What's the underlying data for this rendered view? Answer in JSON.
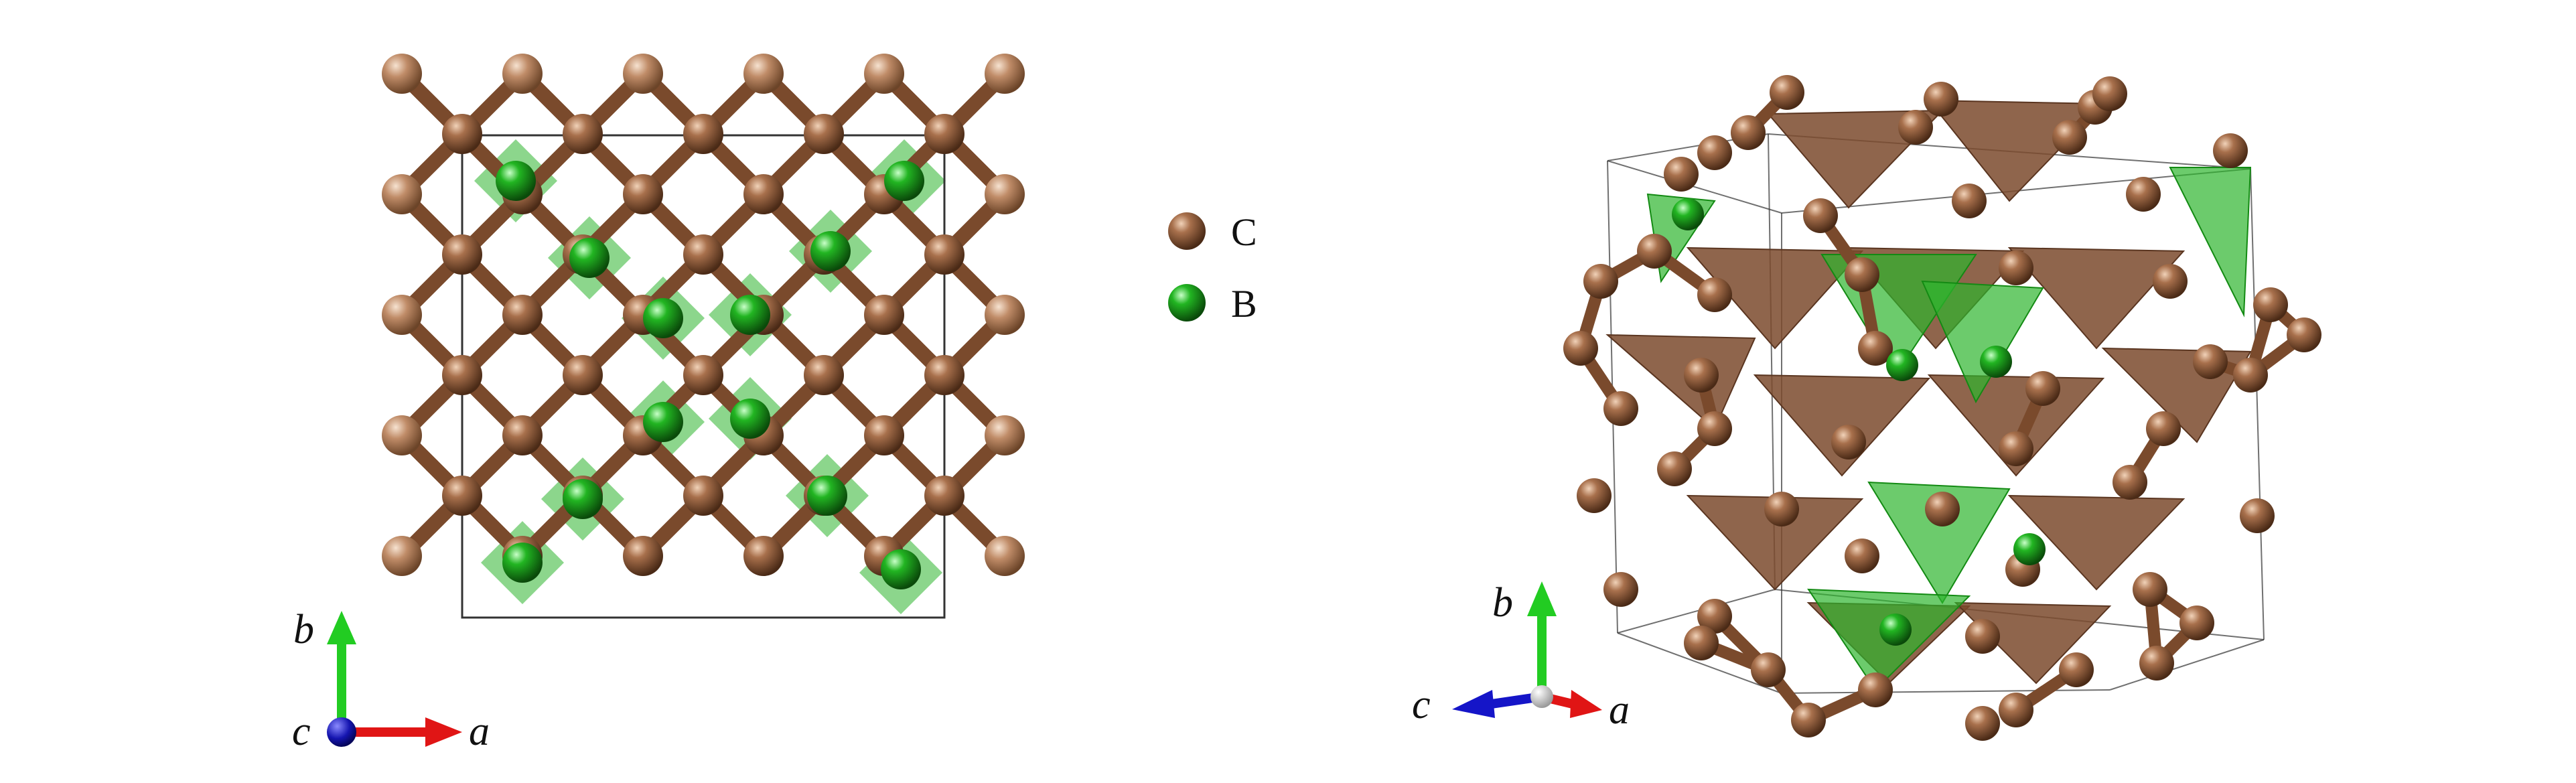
{
  "legend": [
    {
      "symbol": "C",
      "color": "#9b6a4a"
    },
    {
      "symbol": "B",
      "color": "#1aa51a"
    }
  ],
  "panels": [
    {
      "view": "along c",
      "axes": {
        "up": "b",
        "right": "a",
        "out": "c"
      }
    },
    {
      "view": "perspective",
      "axes": {
        "up": "b",
        "left": "c",
        "right": "a"
      }
    }
  ],
  "colors": {
    "carbon": "#8a5533",
    "carbon_light": "#c89a78",
    "boron": "#1f9a1f",
    "bond": "#7a4a2c",
    "tetra_c": "#7b4a2d",
    "tetra_b": "#2eb52e",
    "axis_a": "#e01515",
    "axis_b": "#22cc22",
    "axis_c": "#1515c8",
    "cell": "#333333"
  }
}
